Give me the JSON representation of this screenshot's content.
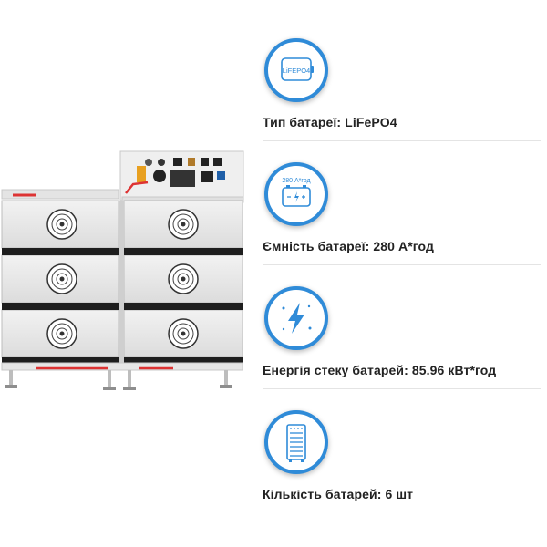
{
  "accent_color": "#2f8bd8",
  "product_image": {
    "name": "battery-stack-image",
    "modules": 6
  },
  "specs": [
    {
      "icon": "lifepo4-battery-icon",
      "icon_text": "LiFEPO4",
      "label": "Тип батареї: LiFePO4"
    },
    {
      "icon": "battery-capacity-icon",
      "icon_text": "280 А*год",
      "label": "Ємність батареї: 280 А*год"
    },
    {
      "icon": "lightning-energy-icon",
      "label": "Енергія стеку батарей: 85.96 кВт*год"
    },
    {
      "icon": "battery-rack-icon",
      "label": "Кількість батарей: 6 шт"
    }
  ]
}
